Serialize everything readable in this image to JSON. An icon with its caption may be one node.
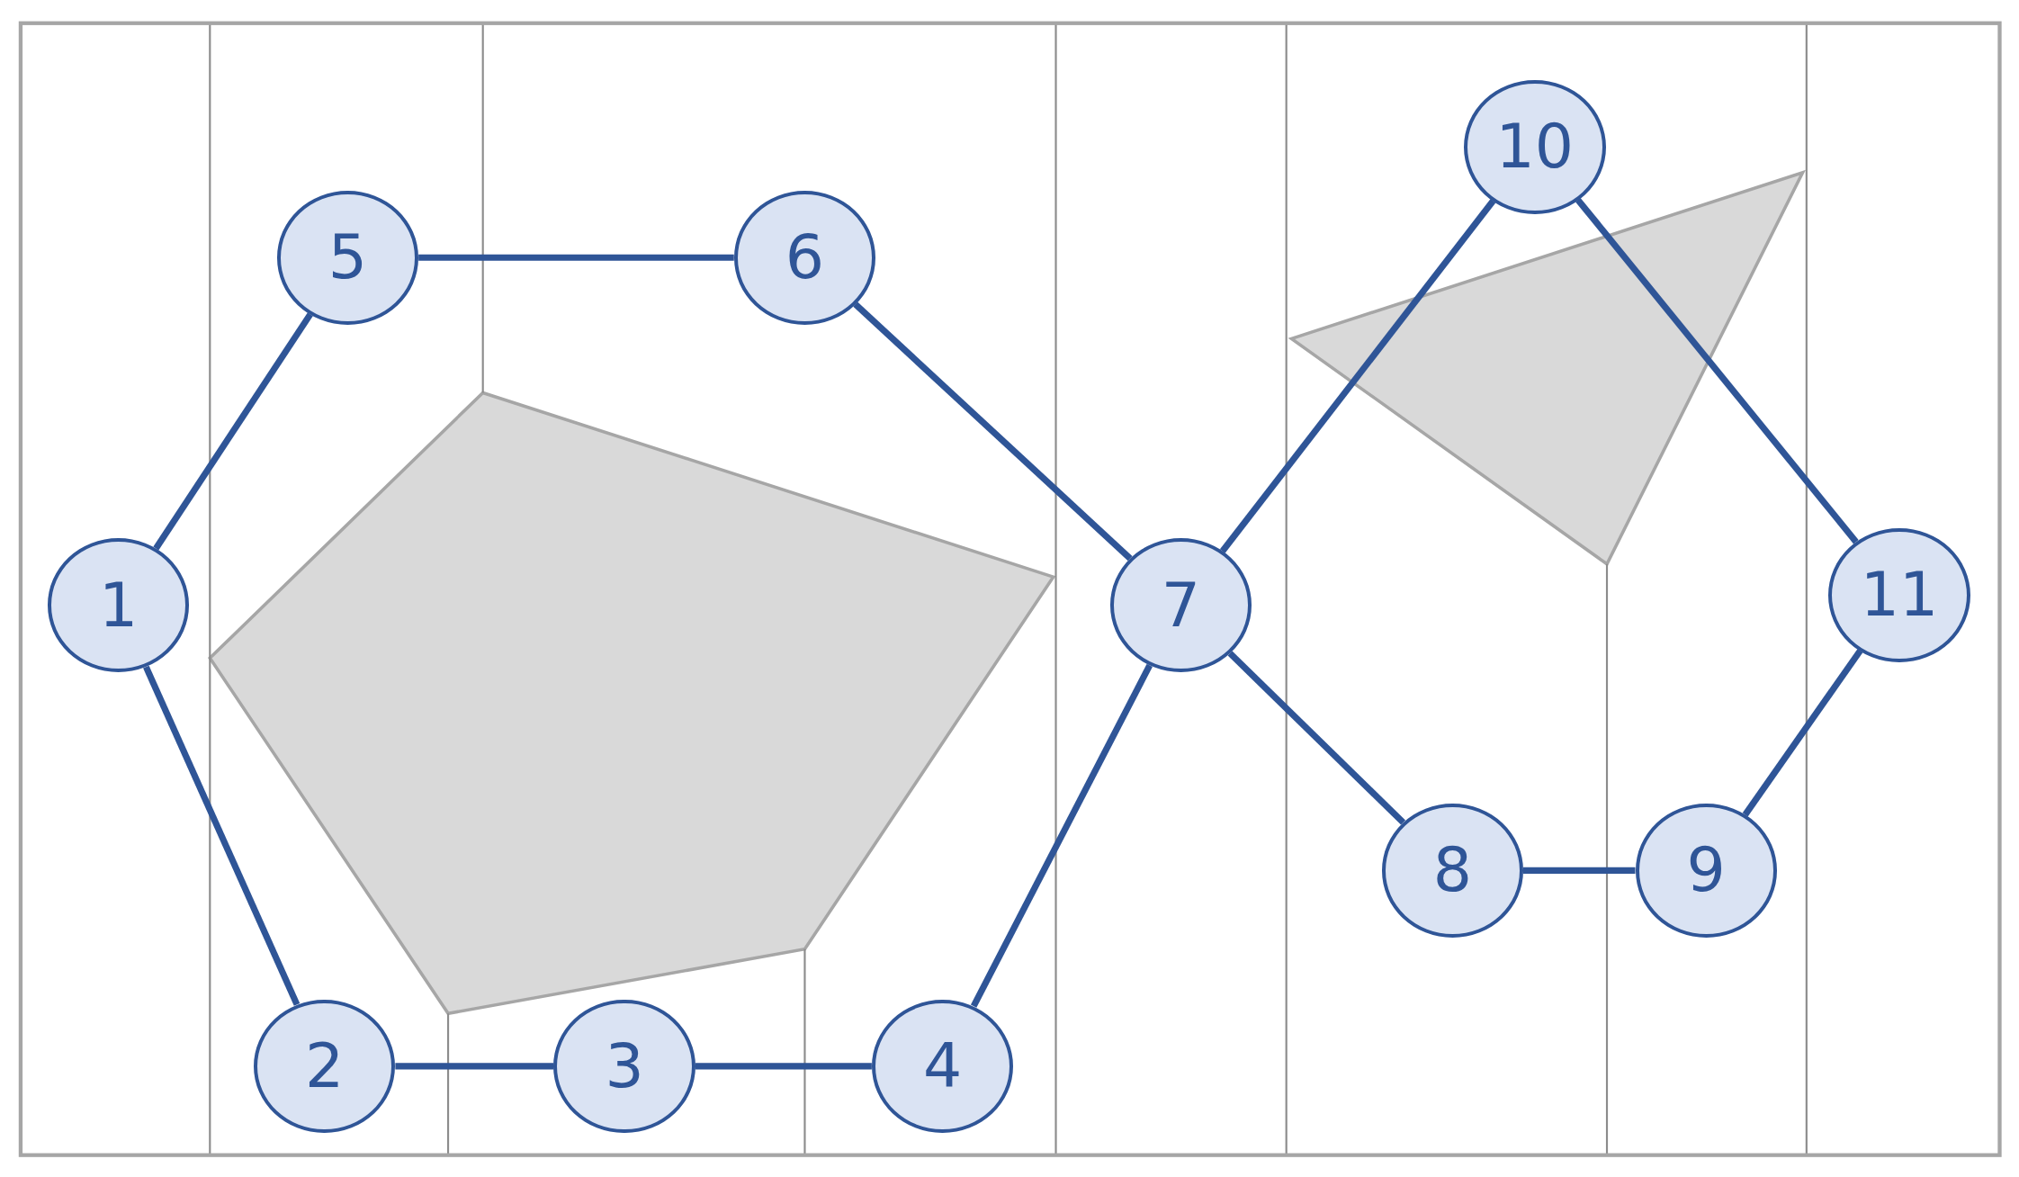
{
  "diagram": {
    "nodes": [
      {
        "text": [
          "1"
        ]
      },
      {
        "text": [
          "2"
        ]
      },
      {
        "text": [
          "3"
        ]
      },
      {
        "text": [
          "4"
        ]
      },
      {
        "text": [
          "5"
        ]
      },
      {
        "text": [
          "6"
        ]
      },
      {
        "text": [
          "7"
        ]
      },
      {
        "text": [
          "8"
        ]
      },
      {
        "text": [
          "9"
        ]
      },
      {
        "text": [
          "10"
        ]
      },
      {
        "text": [
          "11"
        ]
      }
    ],
    "edges": [
      {
        "from": 0,
        "to": 4,
        "arrow": "none"
      },
      {
        "from": 4,
        "to": 5,
        "arrow": "none"
      },
      {
        "from": 5,
        "to": 6,
        "arrow": "none"
      },
      {
        "from": 6,
        "to": 3,
        "arrow": "none"
      },
      {
        "from": 3,
        "to": 2,
        "arrow": "none"
      },
      {
        "from": 2,
        "to": 1,
        "arrow": "none"
      },
      {
        "from": 1,
        "to": 0,
        "arrow": "none"
      },
      {
        "from": 6,
        "to": 9,
        "arrow": "none"
      },
      {
        "from": 9,
        "to": 10,
        "arrow": "none"
      },
      {
        "from": 10,
        "to": 8,
        "arrow": "none"
      },
      {
        "from": 8,
        "to": 7,
        "arrow": "none"
      },
      {
        "from": 7,
        "to": 6,
        "arrow": "none"
      }
    ]
  }
}
